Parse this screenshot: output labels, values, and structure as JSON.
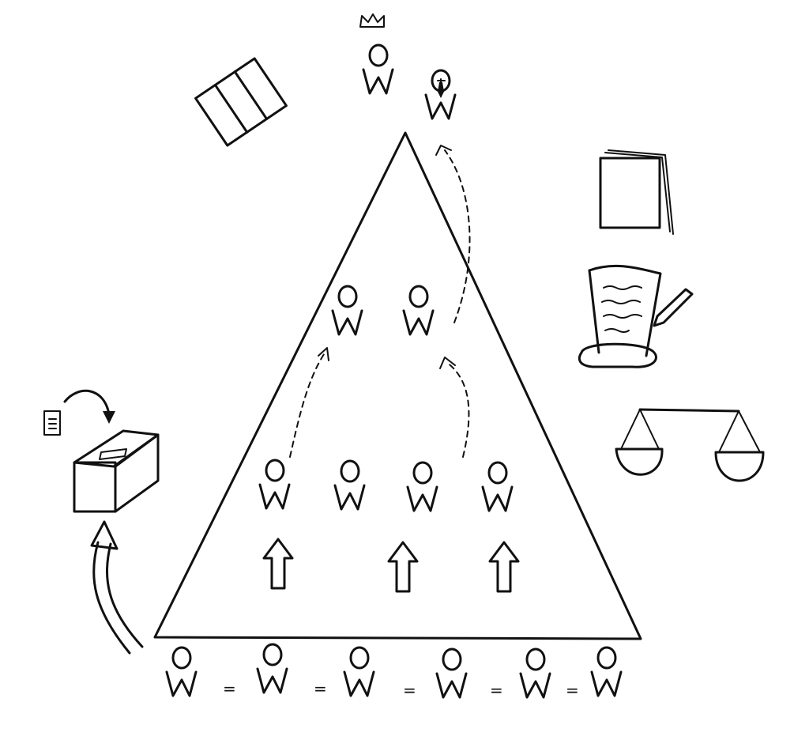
{
  "diagram": {
    "ink_color": "#111111",
    "background_color": "#ffffff",
    "equal_sign": "=",
    "equal_sign_count": 5,
    "figure_groups": {
      "base_row_count": 6,
      "lower_row_count": 4,
      "middle_row_count": 2,
      "top_row_count": 2
    },
    "icons": [
      "crown-icon",
      "flag-icon",
      "books-icon",
      "scroll-with-pen-icon",
      "balance-scale-icon",
      "ballot-box-icon",
      "ballot-paper-icon"
    ]
  }
}
